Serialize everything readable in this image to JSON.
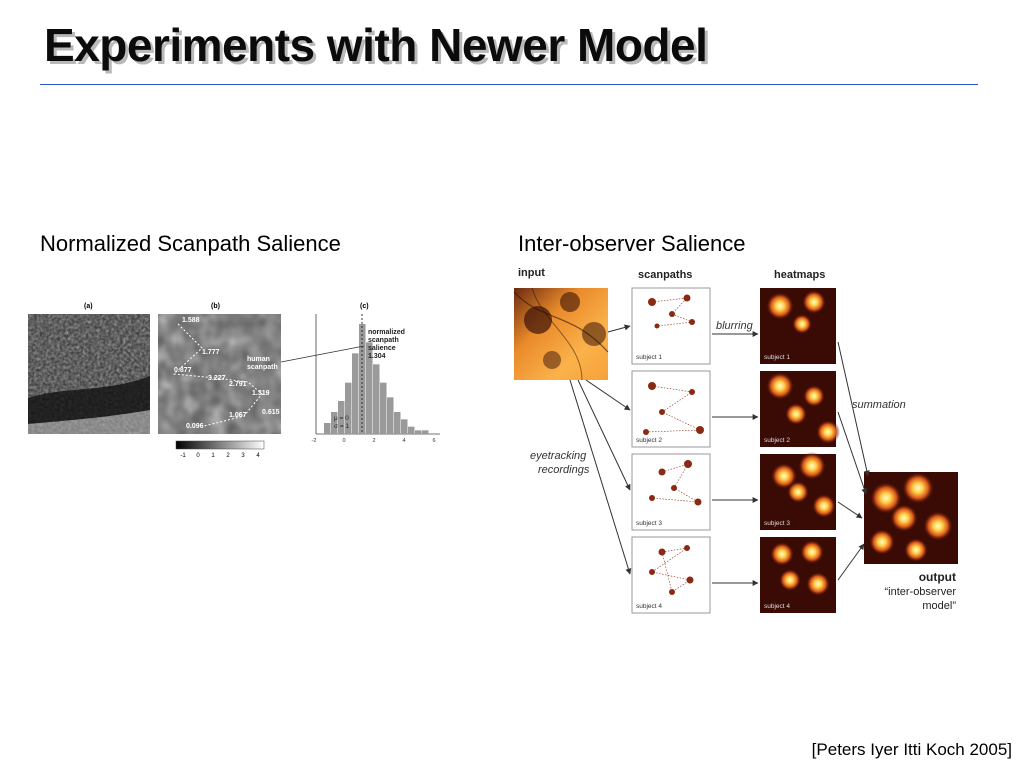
{
  "slide": {
    "title": "Experiments with Newer Model",
    "left_heading": "Normalized Scanpath Salience",
    "right_heading": "Inter-observer Salience",
    "citation": "[Peters Iyer Itti Koch 2005]"
  },
  "left_figure": {
    "panel_labels": [
      "(a)",
      "(b)",
      "(c)"
    ],
    "fixation_values": [
      "1.588",
      "1.777",
      "0.877",
      "3.227",
      "2.791",
      "1.319",
      "1.067",
      "0.615",
      "0.096"
    ],
    "human_label": "human",
    "scanpath_label": "scanpath",
    "nss_line1": "normalized",
    "nss_line2": "scanpath",
    "nss_line3": "salience",
    "nss_value": "1.304",
    "mu_label": "μ = 0",
    "sigma_label": "σ = 1",
    "colorbar_ticks": [
      "-1",
      "0",
      "1",
      "2",
      "3",
      "4"
    ],
    "hist_ticks": [
      "-2",
      "0",
      "2",
      "4",
      "6"
    ],
    "histogram_bins": [
      3,
      6,
      9,
      14,
      22,
      30,
      25,
      19,
      14,
      10,
      6,
      4,
      2,
      1,
      1
    ]
  },
  "right_figure": {
    "col_input": "input",
    "col_scanpaths": "scanpaths",
    "col_heatmaps": "heatmaps",
    "blurring": "blurring",
    "summation": "summation",
    "eyetracking1": "eyetracking",
    "eyetracking2": "recordings",
    "subjects": [
      "subject 1",
      "subject 2",
      "subject 3",
      "subject 4"
    ],
    "output_label": "output",
    "output_sub1": "“inter-observer",
    "output_sub2": "model”"
  }
}
